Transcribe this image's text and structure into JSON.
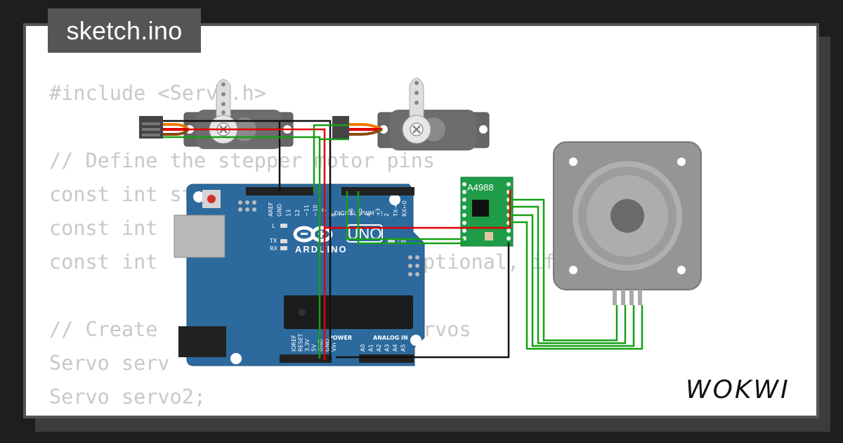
{
  "file": {
    "name": "sketch.ino"
  },
  "code": {
    "lines": [
      "#include <Servo.h>",
      "",
      "// Define the stepper motor pins",
      "const int stepPin",
      "const int",
      "const int                     Optional, if connected t",
      "",
      "// Create                    servos",
      "Servo serv",
      "Servo servo2;"
    ]
  },
  "board": {
    "brand": "ARDUINO",
    "model": "UNO",
    "header_labels_top": [
      "AREF",
      "GND",
      "13",
      "12",
      "~11",
      "~10",
      "~9",
      "8",
      "7",
      "~6",
      "~5",
      "4",
      "~3",
      "2",
      "TX→1",
      "RX←0"
    ],
    "digital_label": "DIGITAL (PWM ~)",
    "power_label": "POWER",
    "analog_label": "ANALOG IN",
    "power_pins": [
      "IOREF",
      "RESET",
      "3.3V",
      "5V",
      "GND",
      "GND",
      "Vin"
    ],
    "analog_pins": [
      "A0",
      "A1",
      "A2",
      "A3",
      "A4",
      "A5"
    ],
    "leds": {
      "l": "L",
      "tx": "TX",
      "rx": "RX",
      "on": "ON"
    },
    "color": "#2c6a9e"
  },
  "driver": {
    "label": "A4988",
    "color": "#1f9c47"
  },
  "brand": {
    "logo_text": "WOKWI"
  },
  "wire_colors": {
    "red": "#e00000",
    "black": "#111111",
    "green": "#16a016",
    "orange": "#f07800"
  }
}
